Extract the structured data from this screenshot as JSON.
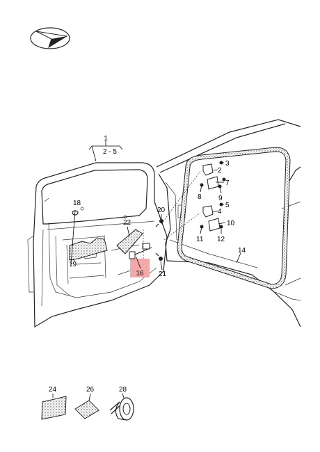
{
  "callouts": {
    "c1": "1",
    "c2_5": "2 - 5",
    "c2": "2",
    "c3": "3",
    "c4": "4",
    "c5": "5",
    "c7": "7",
    "c8": "8",
    "c9": "9",
    "c10": "10",
    "c11": "11",
    "c12": "12",
    "c14": "14",
    "c16": "16",
    "c18": "18",
    "c19": "19",
    "c20": "20",
    "c21": "21",
    "c22": "22",
    "c24": "24",
    "c26": "26",
    "c28": "28"
  },
  "colors": {
    "highlight": "#f3a9a9",
    "ink": "#222222"
  },
  "icons": {
    "orientation": "direction-arrow-icon"
  }
}
